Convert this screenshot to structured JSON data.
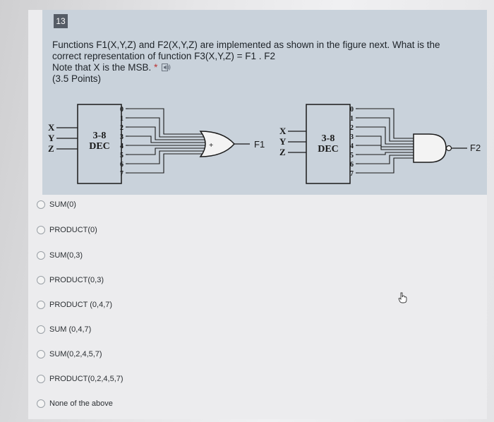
{
  "question": {
    "number": "13",
    "line1": "Functions F1(X,Y,Z) and F2(X,Y,Z) are implemented as shown in the figure next. What is the",
    "line2": "correct representation of function F3(X,Y,Z) = F1 . F2",
    "line3": "Note that X is the MSB.",
    "required_mark": "*",
    "points": "(3.5 Points)",
    "speaker_icon": "speaker-icon"
  },
  "figure": {
    "left": {
      "inputs": [
        "X",
        "Y",
        "Z"
      ],
      "decoder_label_1": "3-8",
      "decoder_label_2": "DEC",
      "outputs": [
        "0",
        "1",
        "2",
        "3",
        "4",
        "5",
        "6",
        "7"
      ],
      "gate_symbol": "+",
      "output_label": "F1"
    },
    "right": {
      "inputs": [
        "X",
        "Y",
        "Z"
      ],
      "decoder_label_1": "3-8",
      "decoder_label_2": "DEC",
      "outputs": [
        "0",
        "1",
        "2",
        "3",
        "4",
        "5",
        "6",
        "7"
      ],
      "output_label": "F2"
    }
  },
  "options": [
    {
      "label": "SUM(0)",
      "selected": false
    },
    {
      "label": "PRODUCT(0)",
      "selected": false
    },
    {
      "label": "SUM(0,3)",
      "selected": false
    },
    {
      "label": "PRODUCT(0,3)",
      "selected": false
    },
    {
      "label": "PRODUCT (0,4,7)",
      "selected": false
    },
    {
      "label": "SUM (0,4,7)",
      "selected": false
    },
    {
      "label": "SUM(0,2,4,5,7)",
      "selected": false
    },
    {
      "label": "PRODUCT(0,2,4,5,7)",
      "selected": false
    },
    {
      "label": "None of the above",
      "selected": false
    }
  ],
  "colors": {
    "header_bg": "#c9d2db",
    "number_badge": "#555c66",
    "text": "#1e2328"
  }
}
